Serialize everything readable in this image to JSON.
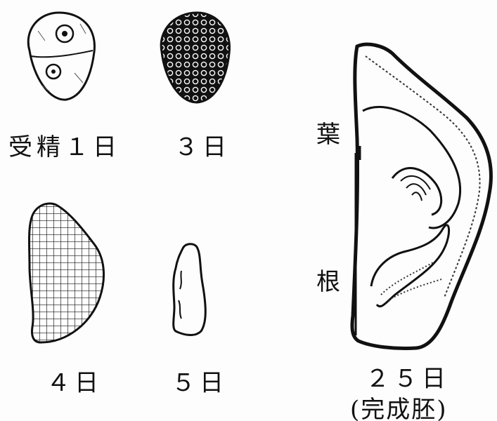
{
  "stages": {
    "day1": {
      "label": "受精１日"
    },
    "day3": {
      "label": "３日"
    },
    "day4": {
      "label": "４日"
    },
    "day5": {
      "label": "５日"
    },
    "day25": {
      "label": "２５日",
      "sublabel": "(完成胚)"
    }
  },
  "annotations": {
    "leaf": "葉",
    "root": "根"
  },
  "colors": {
    "ink": "#111111",
    "paper": "#fdfdfd"
  }
}
